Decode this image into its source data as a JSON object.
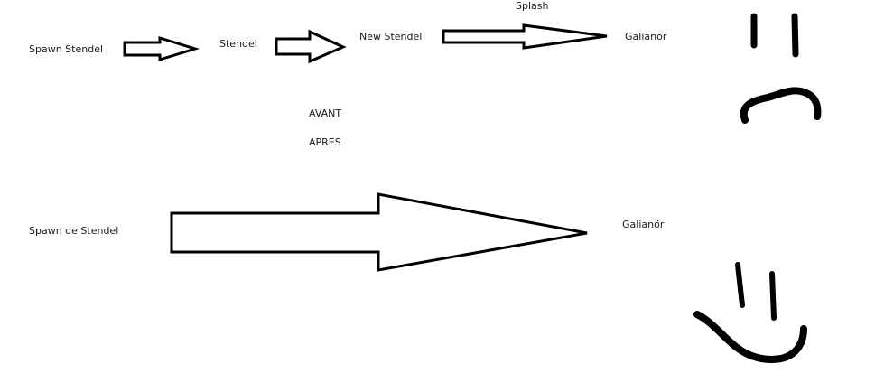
{
  "diagram": {
    "before": {
      "nodes": [
        "Spawn Stendel",
        "Stendel",
        "New Stendel",
        "Galianör"
      ],
      "edge_label": "Splash"
    },
    "section_labels": {
      "before": "AVANT",
      "after": "APRES"
    },
    "after": {
      "nodes": [
        "Spawn de Stendel",
        "Galianör"
      ]
    },
    "faces": {
      "before": "sad-face",
      "after": "happy-face"
    }
  }
}
